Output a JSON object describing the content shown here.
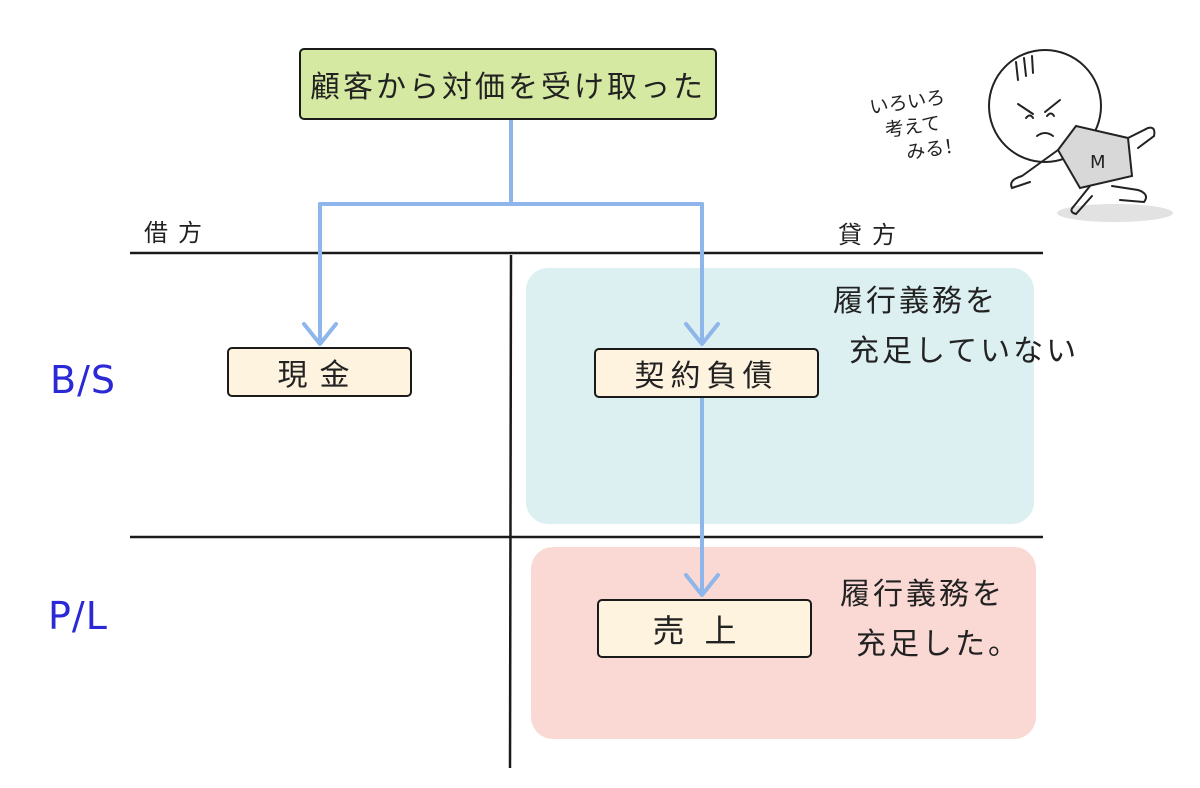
{
  "top_box": "顧客から対価を受け取った",
  "headers": {
    "debit": "借方",
    "credit": "貸方"
  },
  "rows": {
    "bs": "B/S",
    "pl": "P/L"
  },
  "boxes": {
    "cash": "現金",
    "contract_liability": "契約負債",
    "sales": "売上"
  },
  "notes": {
    "unsatisfied": [
      "履行義務を",
      "充足していない"
    ],
    "satisfied": [
      "履行義務を",
      "充足した。"
    ]
  },
  "character": {
    "speech": [
      "いろいろ",
      "考えて",
      "みる！"
    ],
    "shirt_letter": "M"
  },
  "colors": {
    "top_box_fill": "#d5e9a2",
    "account_box_fill": "#fdf3de",
    "bs_panel": "#dcf0f2",
    "pl_panel": "#fad9d4",
    "arrow": "#8fb6ea",
    "row_label": "#2b28d6",
    "grid_line": "#1a1a1a"
  }
}
